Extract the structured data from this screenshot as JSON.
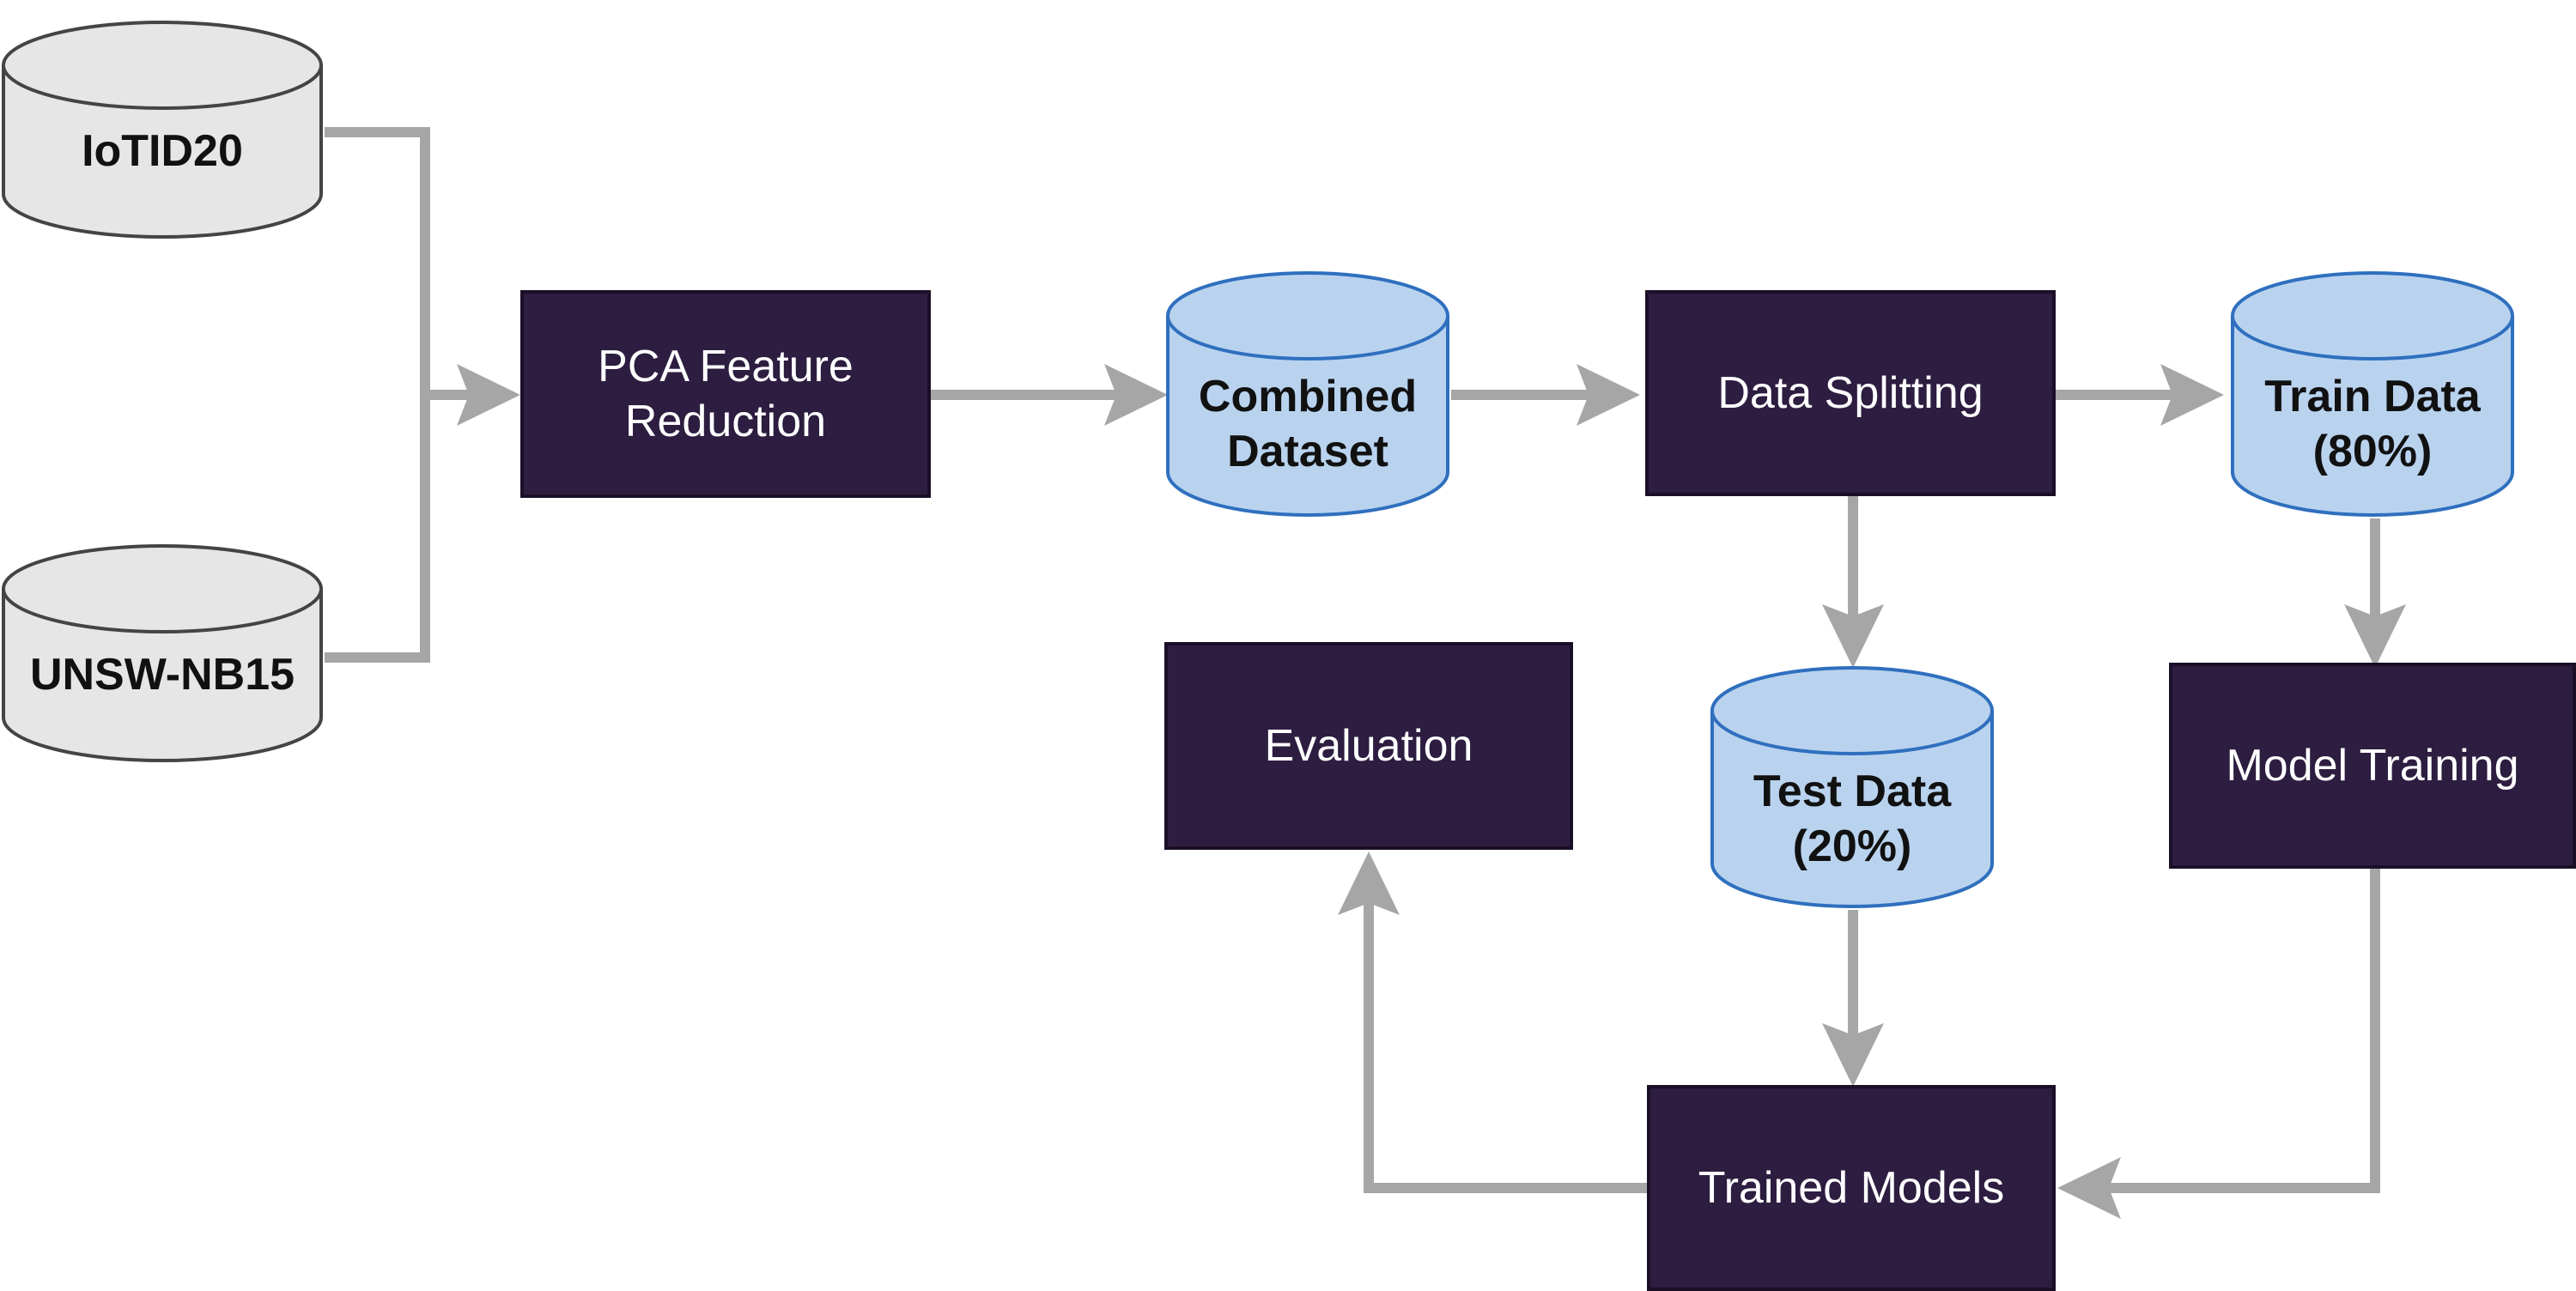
{
  "colors": {
    "process_fill": "#2d1d40",
    "process_text": "#ffffff",
    "source_fill": "#e6e6e6",
    "source_stroke": "#444444",
    "dataset_fill": "#b9d3ef",
    "dataset_stroke": "#2f6fbe",
    "arrow": "#a6a6a6"
  },
  "sources": {
    "iotid20": "IoTID20",
    "unsw": "UNSW-NB15"
  },
  "processes": {
    "pca": "PCA Feature\nReduction",
    "splitting": "Data Splitting",
    "evaluation": "Evaluation",
    "training": "Model Training",
    "trained_models": "Trained Models"
  },
  "datasets": {
    "combined": "Combined\nDataset",
    "train": "Train Data\n(80%)",
    "test": "Test Data\n(20%)"
  }
}
